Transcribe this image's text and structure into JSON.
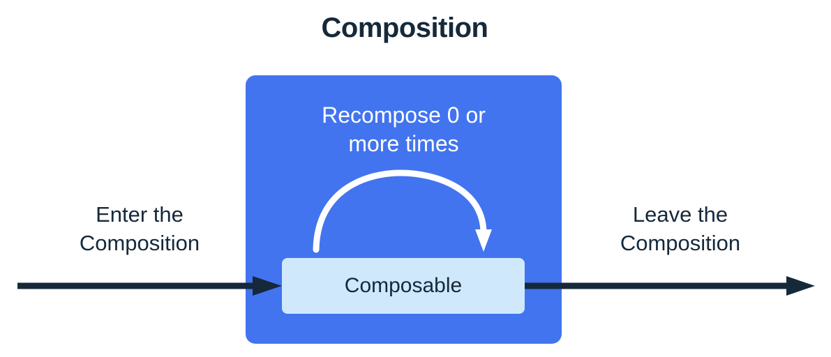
{
  "title": "Composition",
  "composition_box": {
    "recompose_line1": "Recompose 0 or",
    "recompose_line2": "more times",
    "color": "#4274EF",
    "loop_arrow_icon": "curved-loop-arrow-icon"
  },
  "composable_box": {
    "label": "Composable",
    "color": "#CFE8FC"
  },
  "enter_label": {
    "line1": "Enter the",
    "line2": "Composition"
  },
  "leave_label": {
    "line1": "Leave the",
    "line2": "Composition"
  },
  "arrows": {
    "enter_arrow_icon": "right-arrow-icon",
    "leave_arrow_icon": "right-arrow-icon"
  },
  "colors": {
    "ink": "#15293A",
    "blue": "#4274EF",
    "light_blue": "#CFE8FC",
    "white": "#FFFFFF",
    "background": "#FFFFFF"
  }
}
